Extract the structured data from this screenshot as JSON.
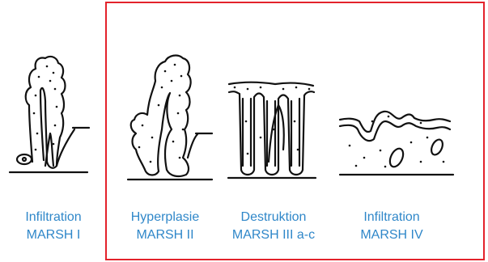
{
  "stages": [
    {
      "id": "marsh-i",
      "title": "Infiltration",
      "grade": "MARSH I"
    },
    {
      "id": "marsh-ii",
      "title": "Hyperplasie",
      "grade": "MARSH II"
    },
    {
      "id": "marsh-iii",
      "title": "Destruktion",
      "grade": "MARSH III a-c"
    },
    {
      "id": "marsh-iv",
      "title": "Infiltration",
      "grade": "MARSH IV"
    }
  ],
  "colors": {
    "label_text": "#2f87c9",
    "highlight_frame": "#e3222b",
    "line_art": "#111111"
  }
}
